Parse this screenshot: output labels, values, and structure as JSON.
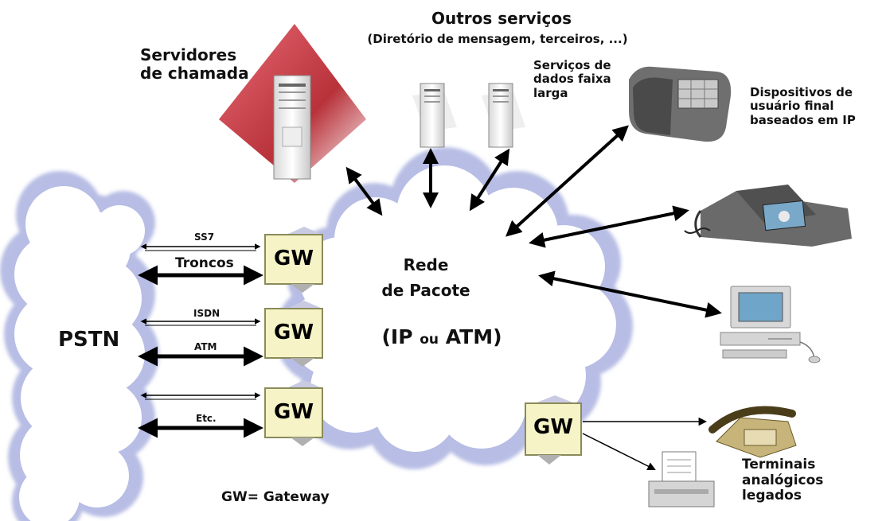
{
  "title": "Outros serviços",
  "subtitle": "(Diretório de mensagem, terceiros, ...)",
  "call_servers": "Servidores de chamada",
  "broadband": "Serviços de dados faixa larga",
  "ip_devices": "Dispositivos de usuário final baseados em IP",
  "pstn": "PSTN",
  "packet_net": {
    "line1": "Rede",
    "line2": "de Pacote",
    "line3_a": "(IP",
    "line3_b": "ou",
    "line3_c": "ATM)"
  },
  "links": {
    "ss7": "SS7",
    "troncos": "Troncos",
    "isdn": "ISDN",
    "atm": "ATM",
    "etc": "Etc."
  },
  "gateway": "GW",
  "legend": "GW= Gateway",
  "legacy": "Terminais analógicos legados",
  "colors": {
    "cloud_fill": "#ffffff",
    "cloud_edge": "#b7bde4",
    "gw_fill": "#f6f4c6",
    "gw_border": "#8a8a5a",
    "server_red": "#b8323a"
  },
  "icons": [
    "server-tower-icon",
    "ip-phone-icon",
    "video-phone-icon",
    "desktop-computer-icon",
    "analog-phone-icon",
    "fax-printer-icon"
  ]
}
